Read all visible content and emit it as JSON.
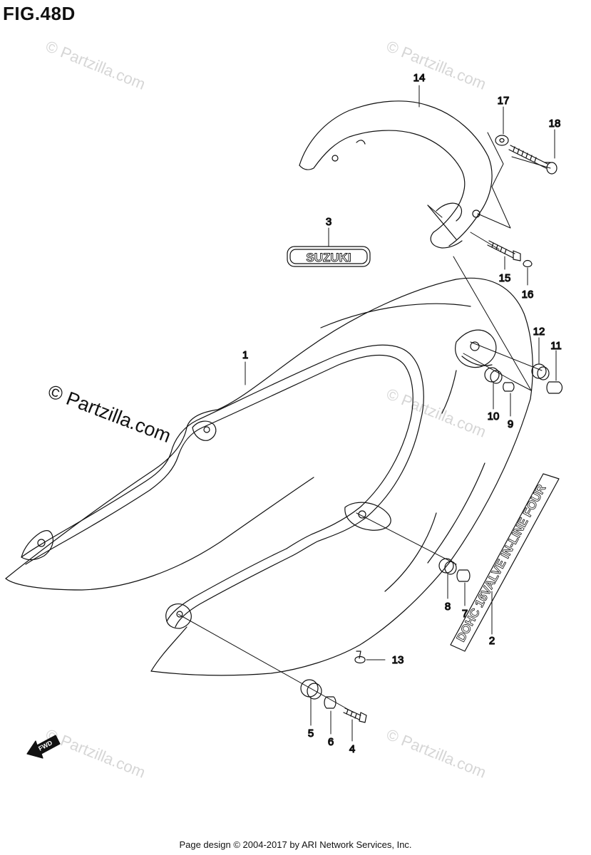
{
  "title": "FIG.48D",
  "footer": "Page design © 2004-2017 by ARI Network Services, Inc.",
  "watermarks": {
    "main": "© Partzilla.com",
    "faint": "© Partzilla.com"
  },
  "decals": {
    "brand": "SUZUKI",
    "side": "DOHC 16VALVE IN-LINE FOUR",
    "fwd": "FWD"
  },
  "callouts": [
    {
      "id": "1",
      "label": "1"
    },
    {
      "id": "2",
      "label": "2"
    },
    {
      "id": "3",
      "label": "3"
    },
    {
      "id": "4",
      "label": "4"
    },
    {
      "id": "5",
      "label": "5"
    },
    {
      "id": "6",
      "label": "6"
    },
    {
      "id": "7",
      "label": "7"
    },
    {
      "id": "8",
      "label": "8"
    },
    {
      "id": "9",
      "label": "9"
    },
    {
      "id": "10",
      "label": "10"
    },
    {
      "id": "11",
      "label": "11"
    },
    {
      "id": "12",
      "label": "12"
    },
    {
      "id": "13",
      "label": "13"
    },
    {
      "id": "14",
      "label": "14"
    },
    {
      "id": "15",
      "label": "15"
    },
    {
      "id": "16",
      "label": "16"
    },
    {
      "id": "17",
      "label": "17"
    },
    {
      "id": "18",
      "label": "18"
    }
  ]
}
